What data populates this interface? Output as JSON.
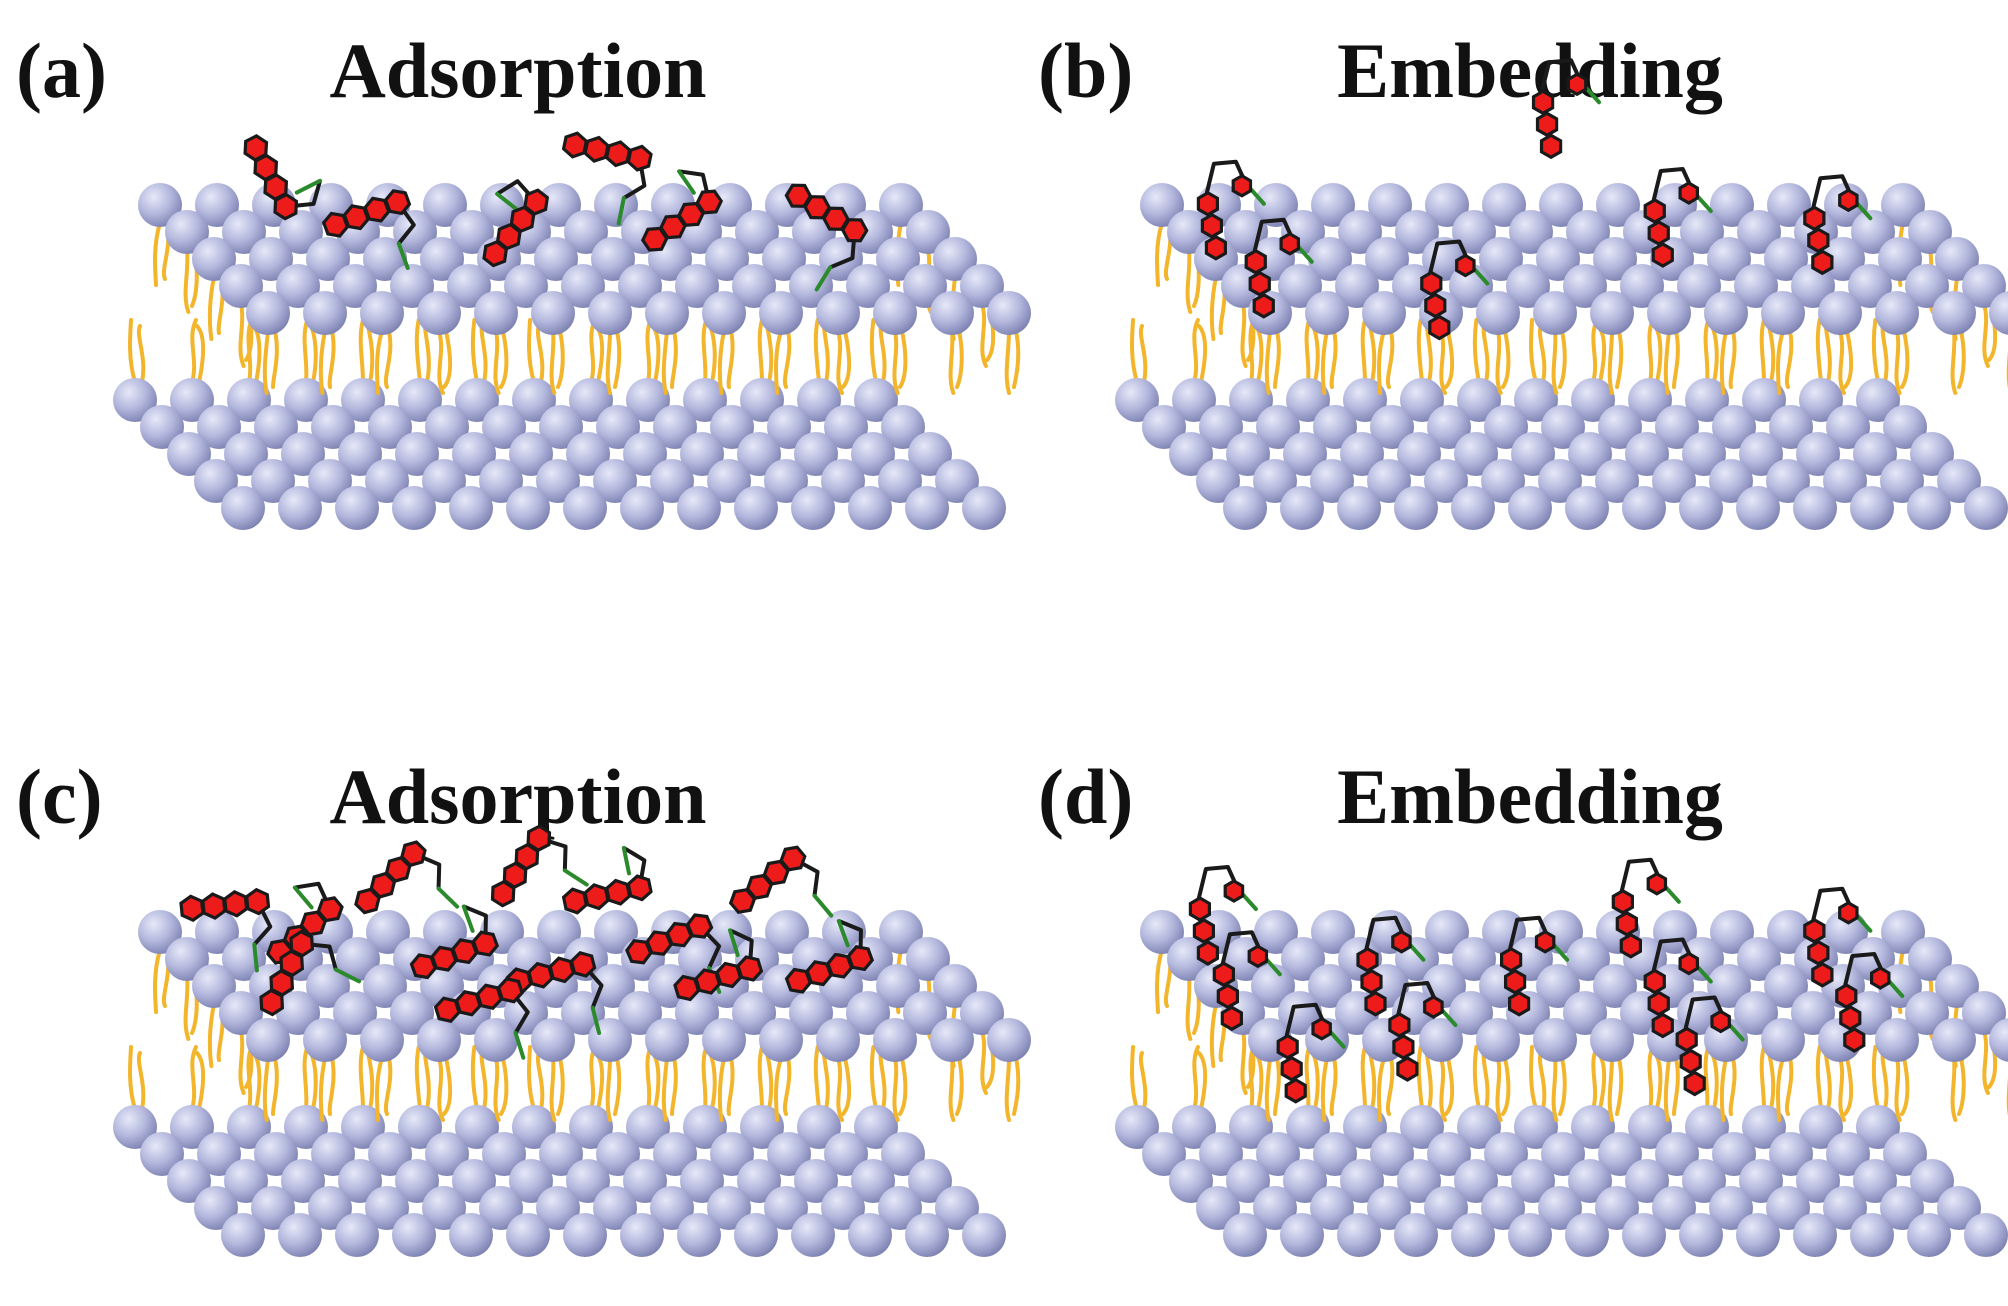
{
  "colors": {
    "head_light": "#e6e9f8",
    "head_mid": "#b2b6dc",
    "head_dark": "#7c81b1",
    "tail": "#f2b52c",
    "ring_fill": "#ee1b1b",
    "ring_stroke": "#1a1a1a",
    "chain": "#2b8a2b"
  },
  "panels": [
    {
      "id": "a",
      "label": "(a)",
      "title": "Adsorption",
      "mode": "adsorption",
      "density": "low"
    },
    {
      "id": "b",
      "label": "(b)",
      "title": "Embedding",
      "mode": "embedding",
      "density": "low"
    },
    {
      "id": "c",
      "label": "(c)",
      "title": "Adsorption",
      "mode": "adsorption",
      "density": "high"
    },
    {
      "id": "d",
      "label": "(d)",
      "title": "Embedding",
      "mode": "embedding",
      "density": "high"
    }
  ]
}
